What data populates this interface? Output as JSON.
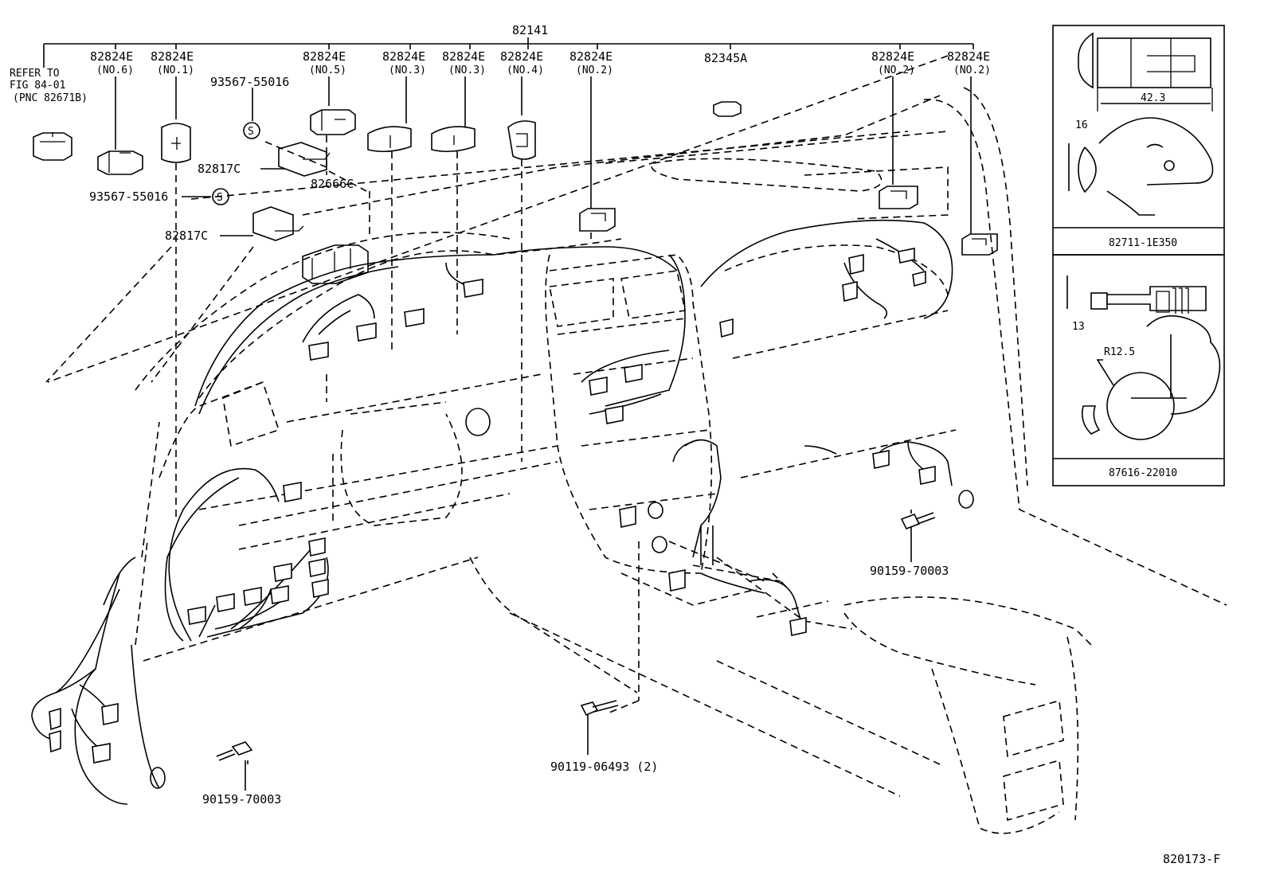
{
  "diagram": {
    "main_part": "82141",
    "figure_code": "820173-F",
    "refer_lines": [
      "REFER TO",
      "FIG 84-01",
      "(PNC 82671B)"
    ],
    "callouts": {
      "c_no6": {
        "pn": "82824E",
        "sub": "(NO.6)"
      },
      "c_no1": {
        "pn": "82824E",
        "sub": "(NO.1)"
      },
      "c_no5": {
        "pn": "82824E",
        "sub": "(NO.5)"
      },
      "c_no3a": {
        "pn": "82824E",
        "sub": "(NO.3)"
      },
      "c_no3b": {
        "pn": "82824E",
        "sub": "(NO.3)"
      },
      "c_no4": {
        "pn": "82824E",
        "sub": "(NO.4)"
      },
      "c_no2a": {
        "pn": "82824E",
        "sub": "(NO.2)"
      },
      "c_345": {
        "pn": "82345A",
        "sub": ""
      },
      "c_no2b": {
        "pn": "82824E",
        "sub": "(NO.2)"
      },
      "c_no2c": {
        "pn": "82824E",
        "sub": "(NO.2)"
      }
    },
    "labels": {
      "screw_top": "93567-55016",
      "screw_left": "93567-55016",
      "bracket_a": "82817C",
      "bracket_b": "82817C",
      "relay": "82666C",
      "bolt_left": "90159-70003",
      "bolt_center": "90119-06493 (2)",
      "bolt_right": "90159-70003",
      "screw_symbol": "S"
    },
    "insets": [
      {
        "part_number": "82711-1E350",
        "dimensions": [
          "42.3",
          "16"
        ]
      },
      {
        "part_number": "87616-22010",
        "dimensions": [
          "13",
          "R12.5"
        ]
      }
    ]
  }
}
